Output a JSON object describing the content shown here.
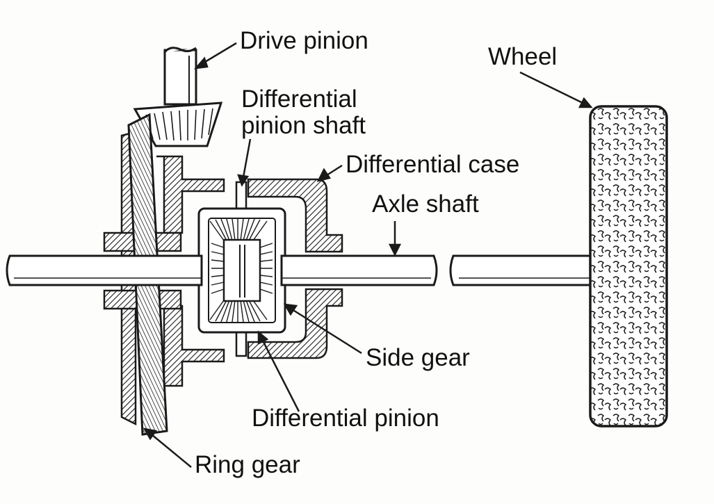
{
  "labels": {
    "drive_pinion": "Drive pinion",
    "wheel": "Wheel",
    "differential_pinion_shaft_line1": "Differential",
    "differential_pinion_shaft_line2": "pinion shaft",
    "differential_case": "Differential case",
    "axle_shaft": "Axle shaft",
    "side_gear": "Side gear",
    "differential_pinion": "Differential pinion",
    "ring_gear": "Ring gear"
  },
  "colors": {
    "ink": "#1a1a1a",
    "paper": "#fdfdfb",
    "metal": "#ffffff"
  }
}
